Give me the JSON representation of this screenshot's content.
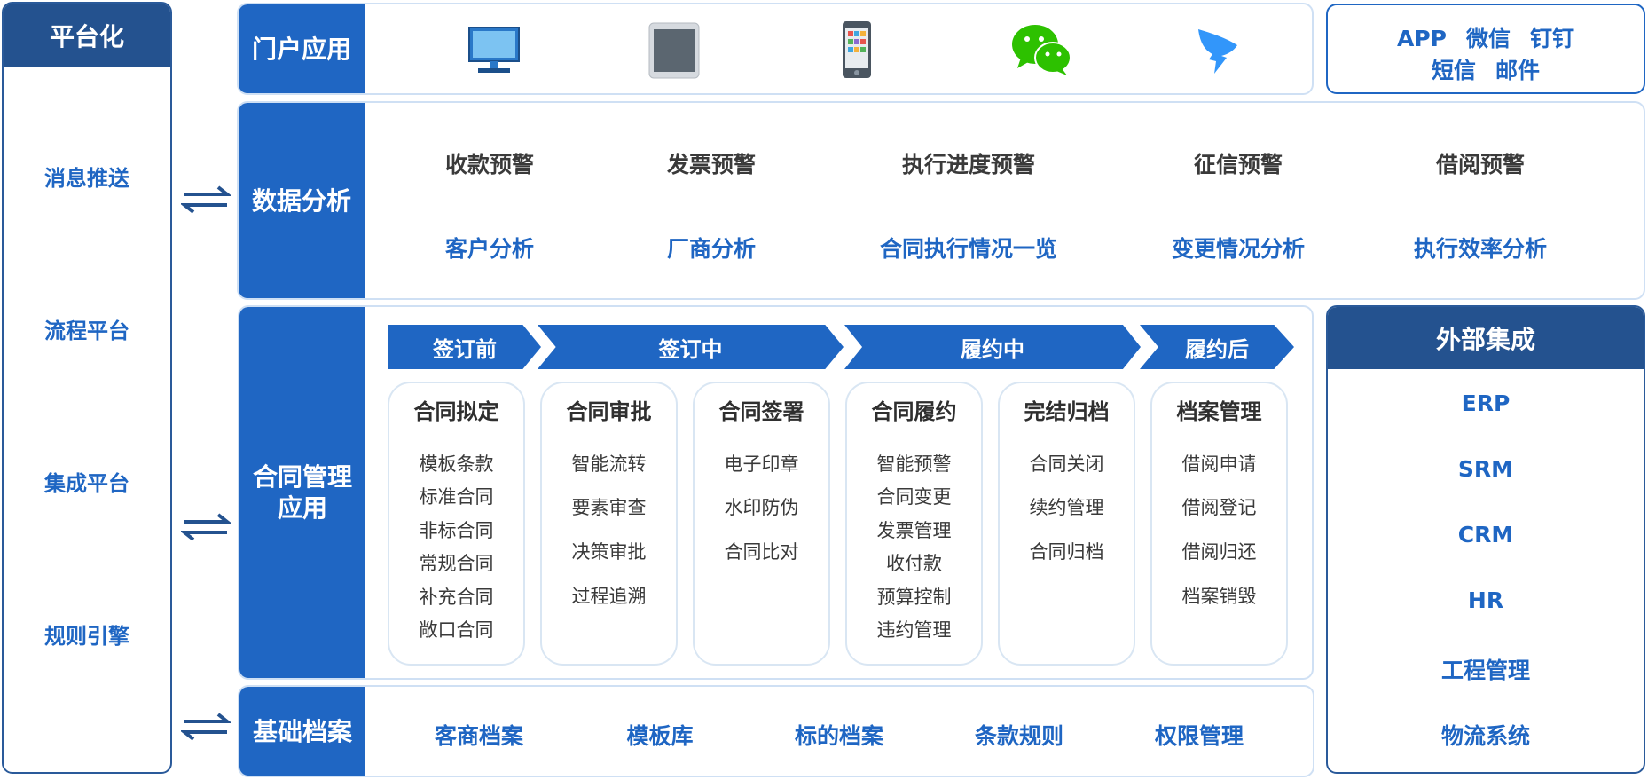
{
  "left_column": {
    "title": "平台化",
    "items": [
      "消息推送",
      "流程平台",
      "集成平台",
      "规则引擎"
    ]
  },
  "portal": {
    "label": "门户应用",
    "icons": [
      "monitor-icon",
      "tablet-icon",
      "phone-icon",
      "wechat-icon",
      "dingtalk-icon"
    ]
  },
  "channels": {
    "line1": [
      "APP",
      "微信",
      "钉钉"
    ],
    "line2": [
      "短信",
      "邮件"
    ]
  },
  "data_analysis": {
    "label": "数据分析",
    "warnings": [
      "收款预警",
      "发票预警",
      "执行进度预警",
      "征信预警",
      "借阅预警"
    ],
    "analyses": [
      "客户分析",
      "厂商分析",
      "合同执行情况一览",
      "变更情况分析",
      "执行效率分析"
    ]
  },
  "contract_mgmt": {
    "label_line1": "合同管理",
    "label_line2": "应用",
    "stages": [
      "签订前",
      "签订中",
      "履约中",
      "履约后"
    ],
    "modules": [
      {
        "title": "合同拟定",
        "items": [
          "模板条款",
          "标准合同",
          "非标合同",
          "常规合同",
          "补充合同",
          "敞口合同"
        ]
      },
      {
        "title": "合同审批",
        "items": [
          "智能流转",
          "要素审查",
          "决策审批",
          "过程追溯"
        ]
      },
      {
        "title": "合同签署",
        "items": [
          "电子印章",
          "水印防伪",
          "合同比对"
        ]
      },
      {
        "title": "合同履约",
        "items": [
          "智能预警",
          "合同变更",
          "发票管理",
          "收付款",
          "预算控制",
          "违约管理"
        ]
      },
      {
        "title": "完结归档",
        "items": [
          "合同关闭",
          "续约管理",
          "合同归档"
        ]
      },
      {
        "title": "档案管理",
        "items": [
          "借阅申请",
          "借阅登记",
          "借阅归还",
          "档案销毁"
        ]
      }
    ]
  },
  "base_archive": {
    "label": "基础档案",
    "items": [
      "客商档案",
      "模板库",
      "标的档案",
      "条款规则",
      "权限管理"
    ]
  },
  "external": {
    "title": "外部集成",
    "items": [
      "ERP",
      "SRM",
      "CRM",
      "HR",
      "工程管理",
      "物流系统"
    ]
  },
  "colors": {
    "primary_blue": "#1f66c3",
    "dark_blue": "#24528f",
    "border_light": "#cfe0f4"
  }
}
